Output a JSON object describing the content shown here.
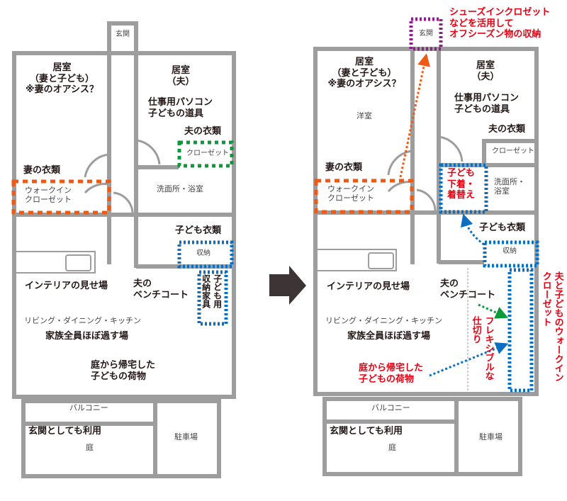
{
  "colors": {
    "wall": "#9d9d9d",
    "orange": "#ee5a14",
    "green": "#0a9a3c",
    "blue": "#0a6fc0",
    "purple": "#8e1e88",
    "red": "#e60012",
    "arrow": "#3d3535"
  },
  "before": {
    "genkan": "玄関",
    "room_wife": [
      "居室",
      "（妻と子ども）",
      "※妻のオアシス？"
    ],
    "room_husband": [
      "居室",
      "（夫）"
    ],
    "husband_items": [
      "仕事用パソコン",
      "子どもの道具"
    ],
    "husband_clothes": "夫の衣類",
    "closet": "クローゼット",
    "wife_clothes": "妻の衣類",
    "walkin": [
      "ウォークイン",
      "クローゼット"
    ],
    "bath": "洗面所・浴室",
    "kids_clothes": "子ども衣類",
    "storage": "収納",
    "kids_furniture_a": "子ども用",
    "kids_furniture_b": "収納家具",
    "interior": "インテリアの見せ場",
    "bench": [
      "夫の",
      "ベンチコート"
    ],
    "ldk": "リビング・ダイニング・キッチン",
    "family": "家族全員ほぼ過す場",
    "kids_stuff": [
      "庭から帰宅した",
      "子どもの荷物"
    ],
    "balcony": "バルコニー",
    "entrance_use": "玄関としても利用",
    "garden": "庭",
    "parking": "駐車場"
  },
  "after": {
    "genkan": "玄関",
    "shoes_note": [
      "シューズインクロゼット",
      "などを活用して",
      "オフシーズン物の収納"
    ],
    "room_wife": [
      "居室",
      "（妻と子ども）",
      "※妻のオアシス？"
    ],
    "western": "洋室",
    "room_husband": [
      "居室",
      "（夫）"
    ],
    "husband_items": [
      "仕事用パソコン",
      "子どもの道具"
    ],
    "husband_clothes": "夫の衣類",
    "closet": "クローゼット",
    "wife_clothes": "妻の衣類",
    "walkin": [
      "ウォークイン",
      "クローゼット"
    ],
    "kids_change": [
      "子ども",
      "下着・",
      "着替え"
    ],
    "bath": [
      "洗面所・",
      "浴室"
    ],
    "kids_clothes": "子ども衣類",
    "storage": "収納",
    "interior": "インテリアの見せ場",
    "bench": [
      "夫の",
      "ベンチコート"
    ],
    "ldk": "リビング・ダイニング・キッチン",
    "family": "家族全員ほぼ過す場",
    "flexible_a": "フレキシブルな",
    "flexible_b": "仕切り",
    "kids_stuff": [
      "庭から帰宅した",
      "子どもの荷物"
    ],
    "walkin_note_a": "夫と子どものウォークイン",
    "walkin_note_b": "クローゼット",
    "balcony": "バルコニー",
    "entrance_use": "玄関としても利用",
    "garden": "庭",
    "parking": "駐車場"
  }
}
